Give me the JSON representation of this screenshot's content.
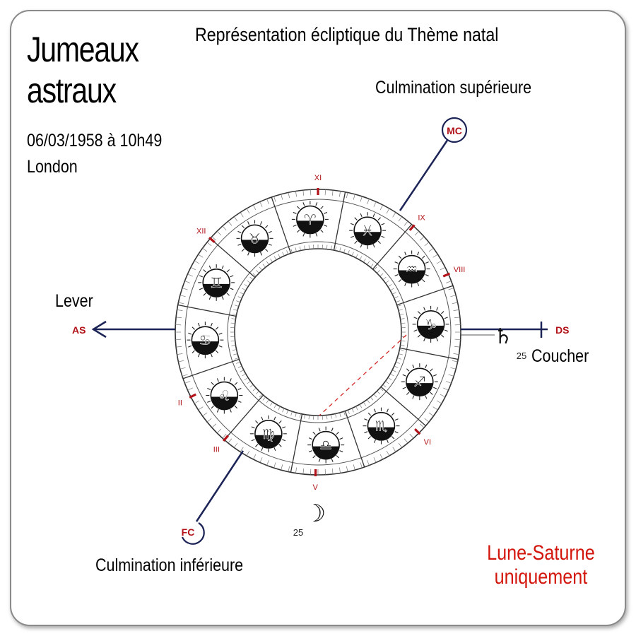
{
  "title_line1": "Jumeaux",
  "title_line2": "astraux",
  "header": "Représentation écliptique du Thème natal",
  "birth_date": "06/03/1958 à 10h49",
  "birth_place": "London",
  "mc_caption": "Culmination supérieure",
  "fc_caption": "Culmination inférieure",
  "asc_caption": "Lever",
  "dsc_caption": "Coucher",
  "angles": {
    "mc": "MC",
    "fc": "FC",
    "as": "AS",
    "ds": "DS"
  },
  "houses": [
    "XI",
    "XII",
    "IX",
    "VIII",
    "II",
    "III",
    "VI",
    "V"
  ],
  "planets": [
    {
      "name": "saturn",
      "symbol": "♄",
      "degree": "25"
    },
    {
      "name": "moon",
      "symbol": "☽",
      "degree": "25"
    }
  ],
  "signs": [
    "♈",
    "♓",
    "♒",
    "♑",
    "♐",
    "♏",
    "♎",
    "♍",
    "♌",
    "♋",
    "♊",
    "♉"
  ],
  "note_line1": "Lune-Saturne",
  "note_line2": "uniquement",
  "colors": {
    "axis": "#1c2457",
    "house_tick": "#b21218",
    "accent": "#d3160c",
    "aspect": "#d42a2a"
  }
}
